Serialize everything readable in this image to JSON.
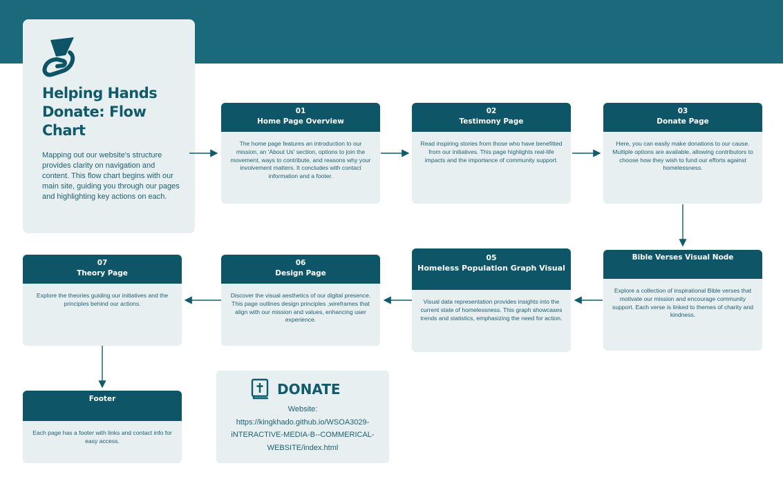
{
  "header": {
    "title_line1": "Helping Hands",
    "title_line2": "Donate: Flow Chart",
    "description": "Mapping out our website's structure provides clarity on navigation and content. This flow chart begins with our main site, guiding you through our pages and highlighting key actions on each.",
    "logo_icon": "hand-heart-icon"
  },
  "colors": {
    "banner": "#1a6a7c",
    "card_header": "#0d5567",
    "card_background": "#e7eff1",
    "text": "#1d5f71"
  },
  "nodes": {
    "home": {
      "number": "01",
      "title": "Home Page Overview",
      "text": "The home page features an introduction to our mission, an 'About Us' section, options to join the movement, ways to contribute, and reasons why your involvement matters. It concludes with contact information and a footer."
    },
    "testimony": {
      "number": "02",
      "title": "Testimony Page",
      "text": "Read inspiring stories from those who have benefitted from our initiatives. This page highlights real-life impacts and the importance of community support."
    },
    "donate": {
      "number": "03",
      "title": "Donate Page",
      "text": "Here, you can easily make donations to our cause. Multiple options are available, allowing contributors to choose how they wish to fund our efforts against homelessness."
    },
    "bible": {
      "title": "Bible Verses Visual Node",
      "text": "Explore a collection of inspirational Bible verses that motivate our mission and encourage community support. Each verse is linked to themes of charity and kindness."
    },
    "homeless": {
      "number": "05",
      "title": "Homeless Population Graph Visual",
      "text": "Visual data representation provides insights into the current state of homelessness. This graph showcases trends and statistics, emphasizing the need for action."
    },
    "design": {
      "number": "06",
      "title": "Design Page",
      "text": "Discover the visual aesthetics of our digital presence. This page outlines design principles ,wireframes that align with our mission and values, enhancing user experience."
    },
    "theory": {
      "number": "07",
      "title": "Theory Page",
      "text": "Explore the theories guiding our initiatives and the principles behind our actions."
    },
    "footer": {
      "title": "Footer",
      "text": "Each page has a footer with links and contact info for easy access."
    }
  },
  "donate_box": {
    "icon": "bible-cross-icon",
    "label": "DONATE",
    "website_label": "Website:",
    "website_url": "https://kingkhado.github.io/WSOA3029-iNTERACTIVE-MEDIA-B--COMMERICAL-WEBSITE/index.html",
    "url_line1": "https://kingkhado.github.io/WSOA3029-",
    "url_line2": "iNTERACTIVE-MEDIA-B--COMMERICAL-",
    "url_line3": "WEBSITE/index.html"
  }
}
